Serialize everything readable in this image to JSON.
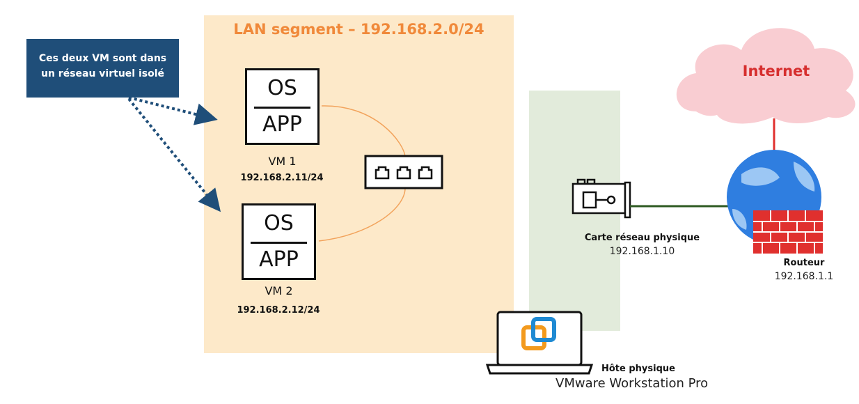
{
  "lan_segment": {
    "title": "LAN segment – 192.168.2.0/24"
  },
  "callout": {
    "line1": "Ces deux VM sont dans",
    "line2": "un réseau virtuel isolé"
  },
  "vms": [
    {
      "os": "OS",
      "app": "APP",
      "name": "VM 1",
      "ip": "192.168.2.11/24"
    },
    {
      "os": "OS",
      "app": "APP",
      "name": "VM 2",
      "ip": "192.168.2.12/24"
    }
  ],
  "nic": {
    "label": "Carte réseau physique",
    "ip": "192.168.1.10"
  },
  "internet": {
    "label": "Internet"
  },
  "router": {
    "label": "Routeur",
    "ip": "192.168.1.1"
  },
  "host": {
    "label": "Hôte physique",
    "app": "VMware Workstation Pro"
  },
  "colors": {
    "lan_fill": "#fde9c9",
    "lan_title": "#f0893a",
    "host_zone": "#e2ebdb",
    "callout": "#1f4e79",
    "cloud": "#f9cdd2",
    "internet_text": "#d62e2e",
    "globe": "#2f7ee0",
    "firewall": "#e0302e",
    "link_orange": "#f2a35c",
    "link_green": "#2e5a22"
  },
  "icons": [
    "switch-icon",
    "nic-icon",
    "cloud-icon",
    "globe-icon",
    "firewall-icon",
    "laptop-icon",
    "vmware-logo-icon"
  ]
}
